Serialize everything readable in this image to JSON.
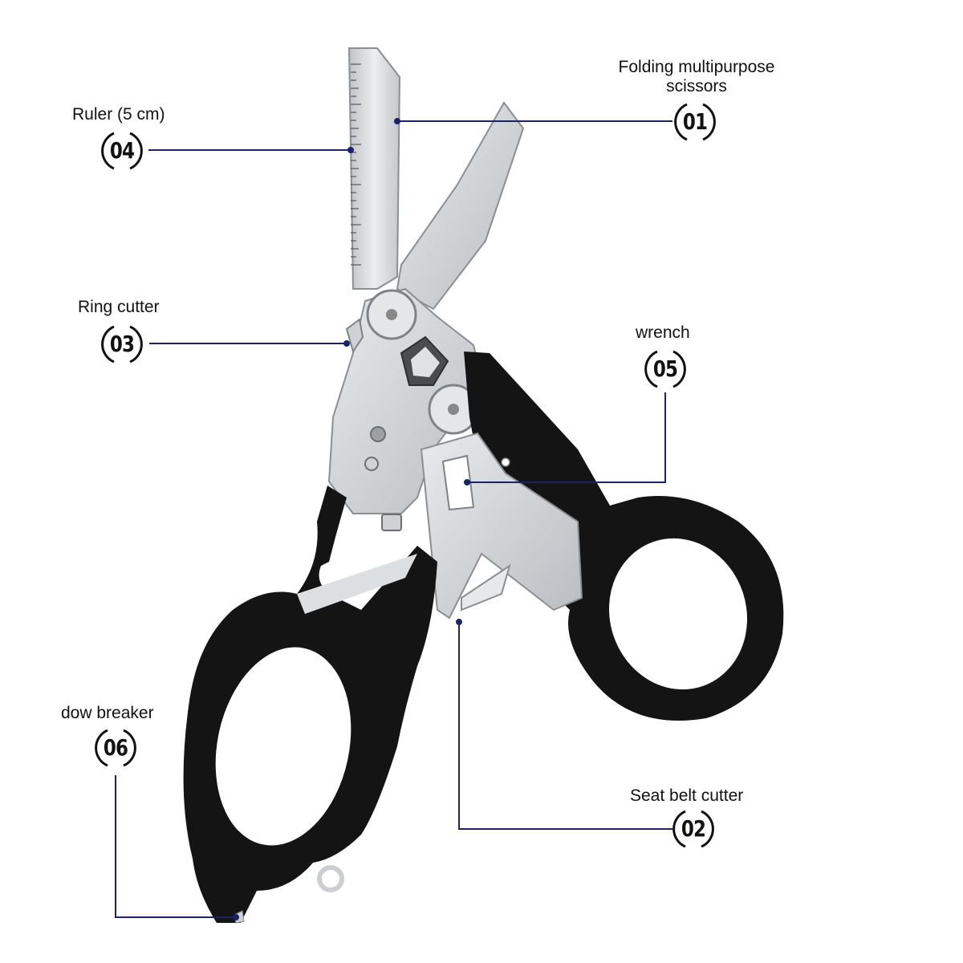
{
  "callouts": [
    {
      "id": "01",
      "number": "01",
      "label_line1": "Folding multipurpose",
      "label_line2": "scissors"
    },
    {
      "id": "02",
      "number": "02",
      "label": "Seat belt cutter"
    },
    {
      "id": "03",
      "number": "03",
      "label": "Ring cutter"
    },
    {
      "id": "04",
      "number": "04",
      "label": "Ruler (5 cm)"
    },
    {
      "id": "05",
      "number": "05",
      "label": "wrench"
    },
    {
      "id": "06",
      "number": "06",
      "label": "dow breaker"
    }
  ],
  "colors": {
    "leader_line": "#1a2366",
    "handle": "#141414",
    "steel": "#d6d8da",
    "steel_dark": "#9ea3a8"
  }
}
